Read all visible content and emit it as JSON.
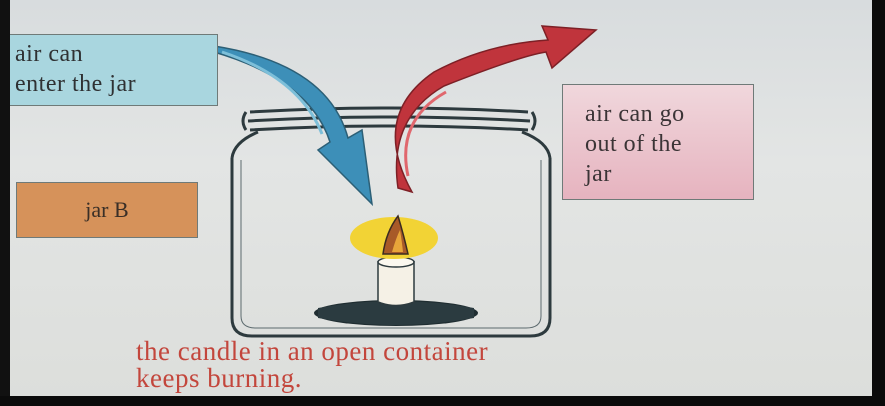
{
  "labels": {
    "enter_line1": "air can",
    "enter_line2": "enter the jar",
    "out_line1": "air can go",
    "out_line2": "out of the",
    "out_line3": "jar",
    "jar_b": "jar B"
  },
  "caption": {
    "line1": "the candle in an open container",
    "line2": "keeps burning."
  },
  "colors": {
    "air_in_arrow": "#3d8fb8",
    "air_out_arrow": "#c0343c",
    "flame_glow": "#f2d335",
    "caption_text": "#c3463c"
  },
  "icons": [
    "jar-icon",
    "candle-icon",
    "flame-icon",
    "air-in-arrow-icon",
    "air-out-arrow-icon"
  ]
}
